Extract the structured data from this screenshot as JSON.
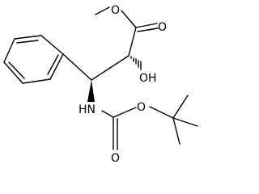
{
  "molecule": {
    "atom_labels": {
      "ester_oxygen": "O",
      "carbonyl_oxygen": "O",
      "hydroxyl": "OH",
      "amine": "HN",
      "carbamate_oxygen": "O",
      "carbamate_carbonyl_oxygen": "O"
    }
  },
  "colors": {
    "ink": "#000000",
    "background": "#ffffff"
  }
}
